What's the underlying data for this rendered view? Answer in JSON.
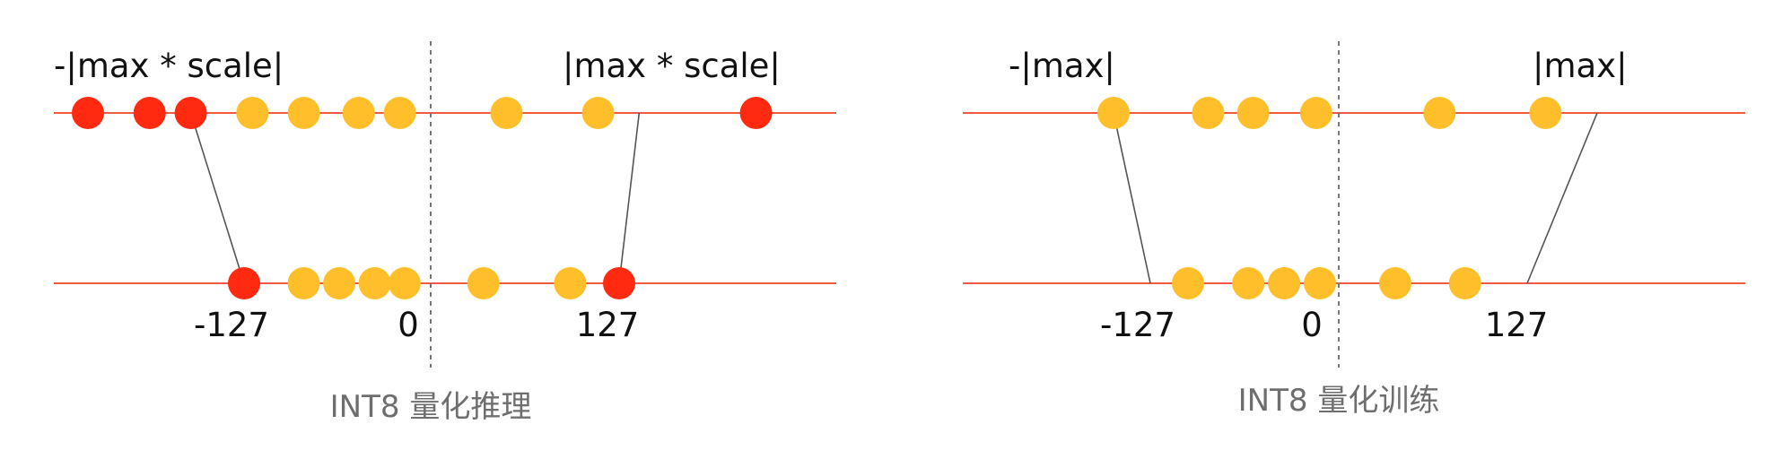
{
  "colors": {
    "axis": "#ef5a45",
    "divider": "#777777",
    "connector": "#555555",
    "clipped": "#ff2a10",
    "kept": "#ffbf2b",
    "text": "#111111",
    "caption": "#6e6e6e"
  },
  "panels": [
    {
      "id": "inference",
      "caption": "INT8 量化推理",
      "top_left_label": "-|max * scale|",
      "top_right_label": "|max * scale|",
      "bottom_labels": [
        "-127",
        "0",
        "127"
      ],
      "top_points": [
        {
          "v": -1.0,
          "c": "clipped"
        },
        {
          "v": -0.82,
          "c": "clipped"
        },
        {
          "v": -0.7,
          "c": "clipped"
        },
        {
          "v": -0.52,
          "c": "kept"
        },
        {
          "v": -0.37,
          "c": "kept"
        },
        {
          "v": -0.21,
          "c": "kept"
        },
        {
          "v": -0.09,
          "c": "kept"
        },
        {
          "v": 0.24,
          "c": "kept"
        },
        {
          "v": 0.53,
          "c": "kept"
        },
        {
          "v": 1.03,
          "c": "clipped"
        }
      ],
      "bottom_points": [
        {
          "v": -1.0,
          "c": "clipped"
        },
        {
          "v": -0.68,
          "c": "kept"
        },
        {
          "v": -0.49,
          "c": "kept"
        },
        {
          "v": -0.3,
          "c": "kept"
        },
        {
          "v": -0.14,
          "c": "kept"
        },
        {
          "v": 0.28,
          "c": "kept"
        },
        {
          "v": 0.74,
          "c": "kept"
        },
        {
          "v": 1.0,
          "c": "clipped"
        }
      ],
      "mappings": [
        {
          "from": -0.7,
          "to": -1.0
        },
        {
          "from": 0.66,
          "to": 1.0
        }
      ]
    },
    {
      "id": "training",
      "caption": "INT8 量化训练",
      "top_left_label": "-|max|",
      "top_right_label": "|max|",
      "bottom_labels": [
        "-127",
        "0",
        "127"
      ],
      "top_points": [
        {
          "v": -1.0,
          "c": "kept"
        },
        {
          "v": -0.58,
          "c": "kept"
        },
        {
          "v": -0.38,
          "c": "kept"
        },
        {
          "v": -0.1,
          "c": "kept"
        },
        {
          "v": 0.39,
          "c": "kept"
        },
        {
          "v": 0.8,
          "c": "kept"
        }
      ],
      "bottom_points": [
        {
          "v": -0.8,
          "c": "kept"
        },
        {
          "v": -0.48,
          "c": "kept"
        },
        {
          "v": -0.29,
          "c": "kept"
        },
        {
          "v": -0.1,
          "c": "kept"
        },
        {
          "v": 0.3,
          "c": "kept"
        },
        {
          "v": 0.67,
          "c": "kept"
        }
      ],
      "mappings": [
        {
          "from": -1.0,
          "to": -1.0
        },
        {
          "from": 1.0,
          "to": 1.0
        }
      ]
    }
  ]
}
